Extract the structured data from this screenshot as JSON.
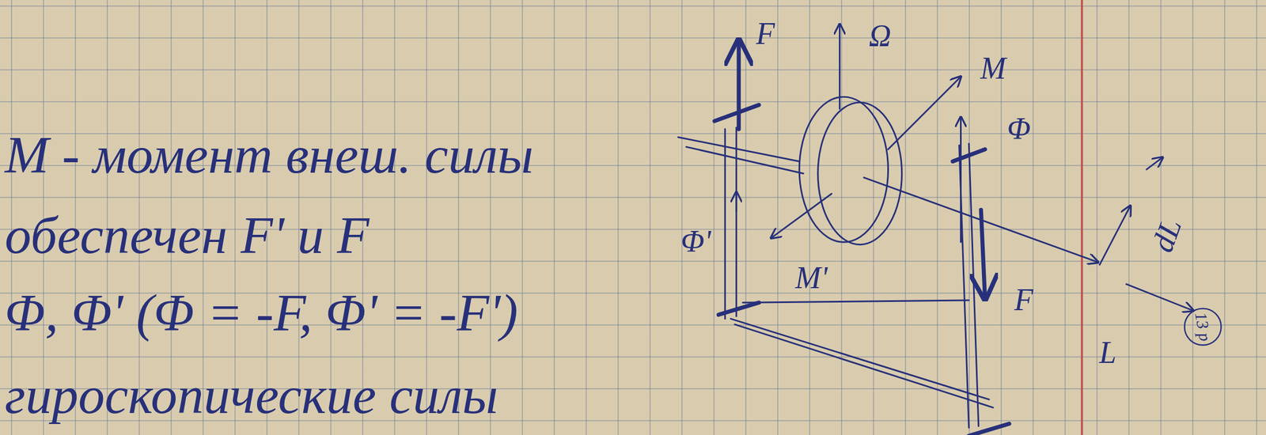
{
  "diagram": {
    "nodes": [
      {
        "text": [
          "13 р"
        ]
      }
    ],
    "labels": [
      "M - момент внеш. силы",
      "обеспечен F' и F",
      "Φ, Φ' (Φ = -F, Φ' = -F')",
      "гироскопические силы",
      "F",
      "Ω",
      "M",
      "Φ",
      "Φ'",
      "M'",
      "F",
      "dL",
      "L"
    ]
  }
}
